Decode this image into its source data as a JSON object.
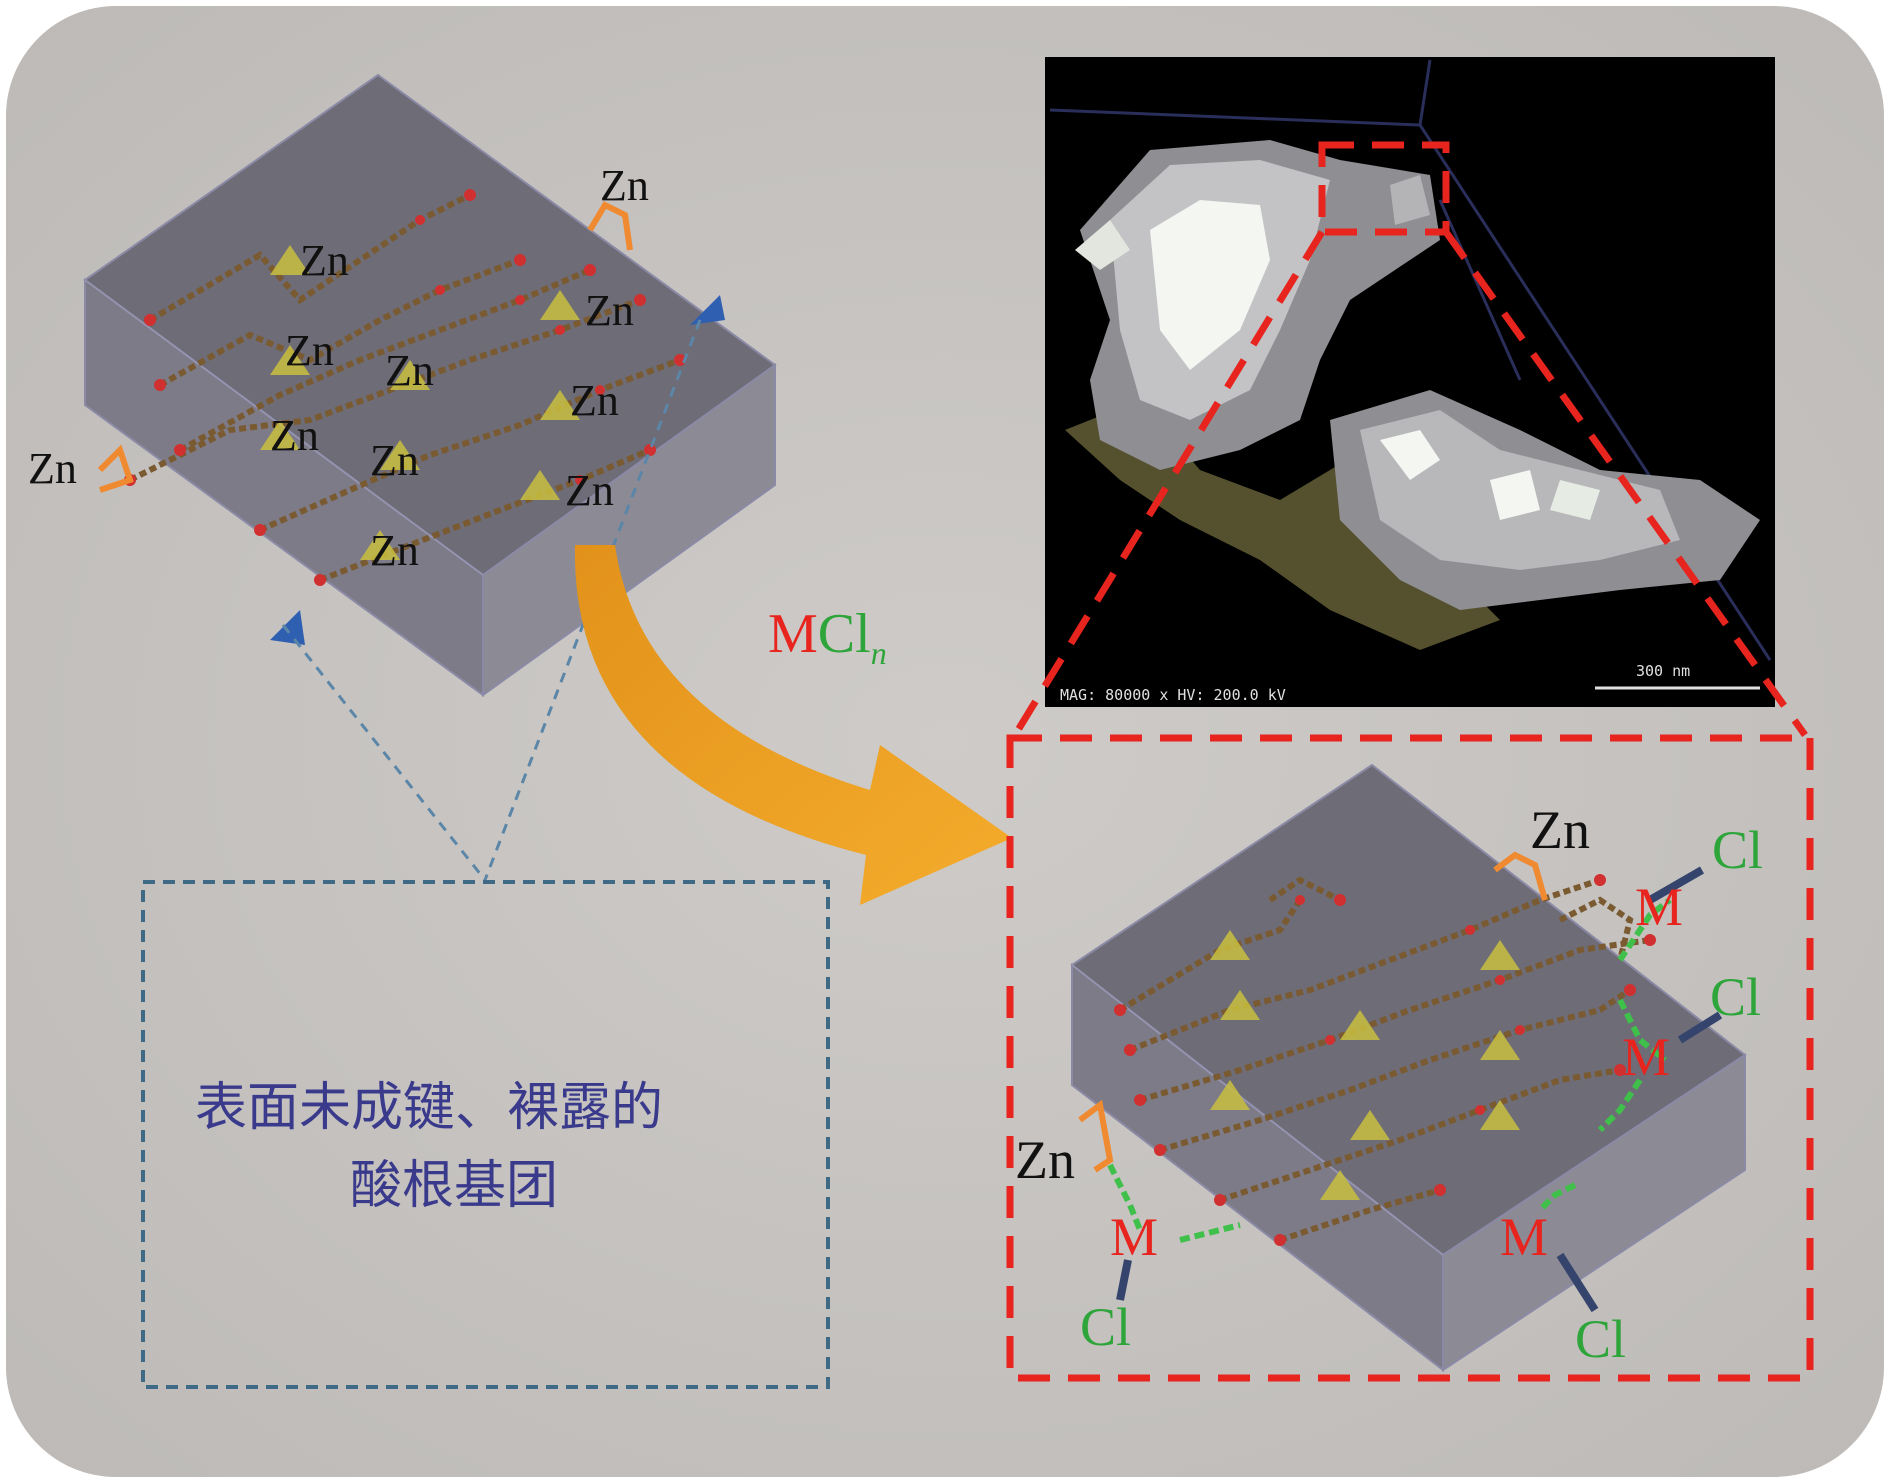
{
  "labels": {
    "zn": "Zn",
    "m": "M",
    "cl": "Cl",
    "reagent_m": "M",
    "reagent_cl": "Cl",
    "reagent_n": "n",
    "caption_line1": "表面未成键、裸露的",
    "caption_line2": "酸根基团"
  },
  "sem": {
    "info": "MAG: 80000 x  HV: 200.0 kV",
    "scale": "300 nm"
  },
  "colors": {
    "background": "#c8c5c3",
    "block_top": "#6c6a75",
    "block_front": "#7b7985",
    "block_side": "#8a8892",
    "arrow": "#f0a020",
    "dash_red": "#e8241f",
    "dash_blue": "#3f6a86",
    "ligand": "#7a5a30",
    "oxygen": "#d03030",
    "zn_node": "#c9c040",
    "m_bond": "#3fc04a",
    "cl_bond": "#34446c",
    "zn_bond": "#f08a30"
  }
}
